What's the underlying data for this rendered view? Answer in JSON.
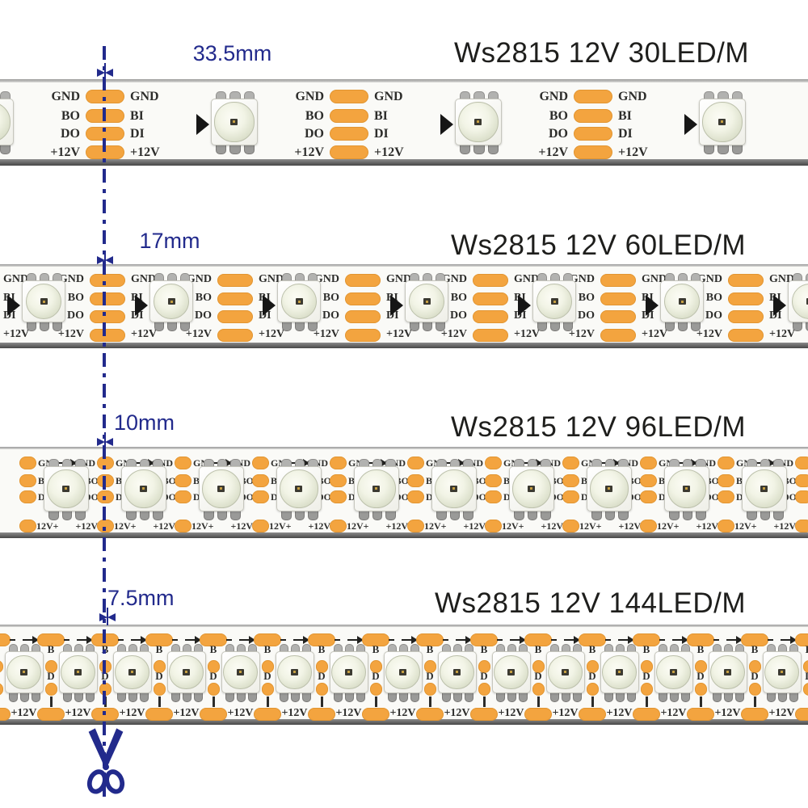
{
  "colors": {
    "pad_orange": "#f3a43f",
    "annotation_navy": "#222a8c",
    "silkscreen_black": "#2d2d2b",
    "title_black": "#1e1e1c",
    "strip_white": "#fafaf7"
  },
  "sections": [
    {
      "title": "Ws2815 12V 30LED/M",
      "dimension": "33.5mm"
    },
    {
      "title": "Ws2815 12V 60LED/M",
      "dimension": "17mm"
    },
    {
      "title": "Ws2815 12V 96LED/M",
      "dimension": "10mm"
    },
    {
      "title": "Ws2815 12V 144LED/M",
      "dimension": "7.5mm"
    }
  ],
  "silkscreen": {
    "pad_left_labels": [
      "GND",
      "BO",
      "DO",
      "+12V"
    ],
    "pad_right_labels": [
      "GND",
      "BI",
      "DI",
      "+12V"
    ],
    "gnd": "GND",
    "data_in": [
      "BI",
      "DI"
    ],
    "data_out": [
      "BO",
      "DO"
    ],
    "power_left": "12V+",
    "power_right": "+12V",
    "b_label": "B",
    "d_label": "D",
    "power": "+12V"
  },
  "icons": {
    "scissors": "✂",
    "direction_arrow": "▶"
  }
}
